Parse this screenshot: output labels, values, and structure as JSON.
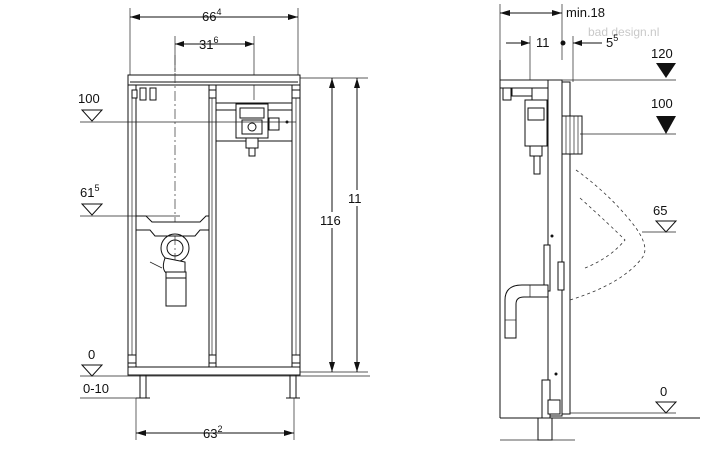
{
  "watermark": "bad  design.nl",
  "front_view": {
    "dim_width_top": {
      "base": "66",
      "exp": "4"
    },
    "dim_center": {
      "base": "31",
      "exp": "6"
    },
    "dim_width_bottom": {
      "base": "63",
      "exp": "2"
    },
    "dim_height_inner": "116",
    "dim_height_outer": "11",
    "level_100": "100",
    "level_61": {
      "base": "61",
      "exp": "5"
    },
    "level_0": "0",
    "level_range": "0-10"
  },
  "side_view": {
    "dim_min": "min.18",
    "dim_11": "11",
    "dim_5": {
      "base": "5",
      "exp": "5"
    },
    "level_120": "120",
    "level_100": "100",
    "level_65": "65",
    "level_0": "0"
  }
}
